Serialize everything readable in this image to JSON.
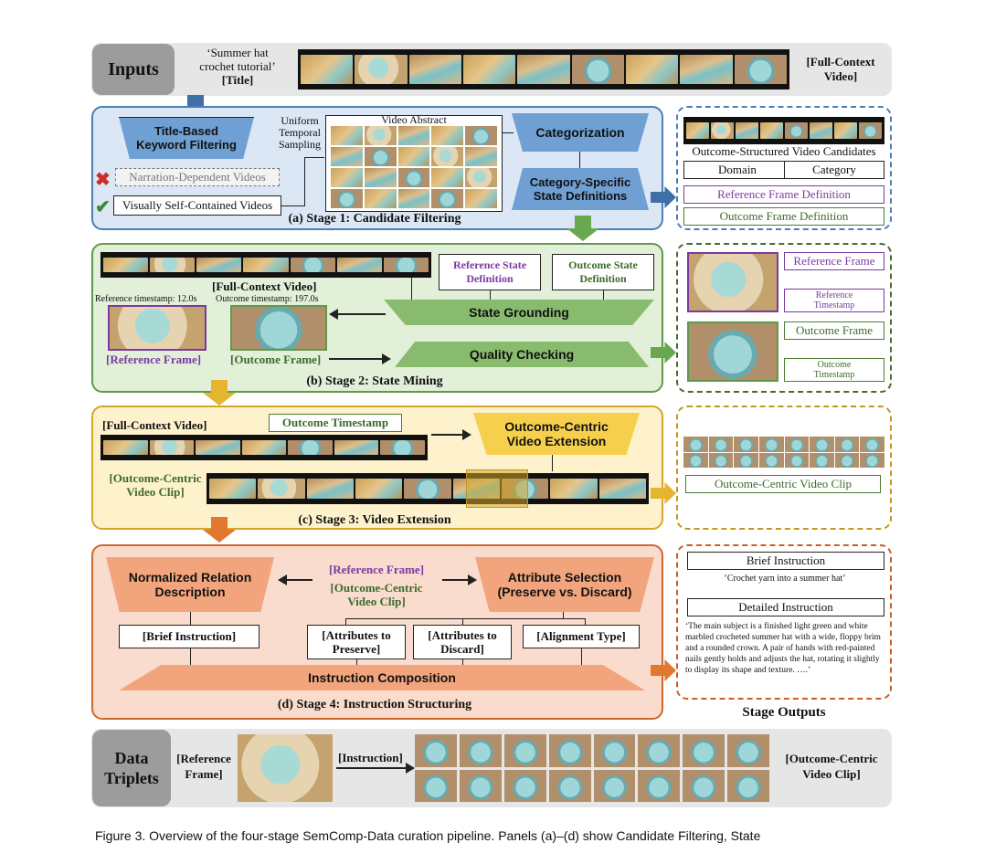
{
  "inputs": {
    "title_label": "Inputs",
    "title_text_line1": "‘Summer hat",
    "title_text_line2": "crochet tutorial’",
    "title_tag": "[Title]",
    "video_tag_line1": "[Full-Context",
    "video_tag_line2": "Video]"
  },
  "stage1": {
    "keyword_line1": "Title-Based",
    "keyword_line2": "Keyword Filtering",
    "sampling_line1": "Uniform",
    "sampling_line2": "Temporal",
    "sampling_line3": "Sampling",
    "abstract_label": "Video Abstract",
    "narration": "Narration-Dependent Videos",
    "visual": "Visually Self-Contained Videos",
    "categorization": "Categorization",
    "category_state_line1": "Category-Specific",
    "category_state_line2": "State Definitions",
    "caption": "(a) Stage 1: Candidate Filtering",
    "reject_icon": "✖",
    "accept_icon": "✔"
  },
  "out1": {
    "candidates": "Outcome-Structured Video Candidates",
    "domain": "Domain",
    "category": "Category",
    "ref_def": "Reference Frame Definition",
    "out_def": "Outcome Frame Definition"
  },
  "stage2": {
    "video_label": "[Full-Context Video]",
    "ref_ts": "Reference timestamp: 12.0s",
    "out_ts": "Outcome timestamp: 197.0s",
    "ref_state_line1": "Reference State",
    "ref_state_line2": "Definition",
    "out_state_line1": "Outcome State",
    "out_state_line2": "Definition",
    "grounding": "State Grounding",
    "quality": "Quality Checking",
    "ref_frame": "[Reference Frame]",
    "out_frame": "[Outcome Frame]",
    "caption": "(b) Stage 2: State Mining"
  },
  "out2": {
    "ref_frame": "Reference Frame",
    "ref_ts_line1": "Reference",
    "ref_ts_line2": "Timestamp",
    "out_frame": "Outcome Frame",
    "out_ts_line1": "Outcome",
    "out_ts_line2": "Timestamp"
  },
  "stage3": {
    "video_label": "[Full-Context Video]",
    "outcome_ts": "Outcome Timestamp",
    "extension_line1": "Outcome-Centric",
    "extension_line2": "Video Extension",
    "clip_line1": "[Outcome-Centric",
    "clip_line2": "Video Clip]",
    "caption": "(c) Stage 3: Video Extension"
  },
  "out3": {
    "clip": "Outcome-Centric Video Clip"
  },
  "stage4": {
    "norm_line1": "Normalized Relation",
    "norm_line2": "Description",
    "ref_frame": "[Reference Frame]",
    "clip_line1": "[Outcome-Centric",
    "clip_line2": "Video Clip]",
    "attr_line1": "Attribute Selection",
    "attr_line2": "(Preserve vs. Discard)",
    "brief": "[Brief Instruction]",
    "preserve_line1": "[Attributes to",
    "preserve_line2": "Preserve]",
    "discard_line1": "[Attributes to",
    "discard_line2": "Discard]",
    "alignment": "[Alignment Type]",
    "composition": "Instruction Composition",
    "caption": "(d) Stage 4: Instruction Structuring"
  },
  "out4": {
    "brief_title": "Brief Instruction",
    "brief_text": "‘Crochet yarn into a summer hat’",
    "detailed_title": "Detailed Instruction",
    "detailed_text": "‘The main subject is a finished light green and white marbled crocheted summer hat with a wide, floppy brim and a rounded crown. A pair of hands with red-painted nails gently holds and adjusts the hat, rotating it slightly to display its shape and texture. ….’",
    "stage_outputs": "Stage Outputs"
  },
  "triplets": {
    "label_line1": "Data",
    "label_line2": "Triplets",
    "ref_line1": "[Reference",
    "ref_line2": "Frame]",
    "instruction": "[Instruction]",
    "clip_line1": "[Outcome-Centric",
    "clip_line2": "Video Clip]"
  },
  "figure_caption": "Figure 3. Overview of the four-stage SemComp-Data curation pipeline. Panels (a)–(d) show Candidate Filtering, State",
  "colors": {
    "blue": "#4a7fb8",
    "green": "#5f9a4a",
    "yellow": "#d6a62a",
    "orange": "#d0672c",
    "purple": "#7a3aa0"
  }
}
